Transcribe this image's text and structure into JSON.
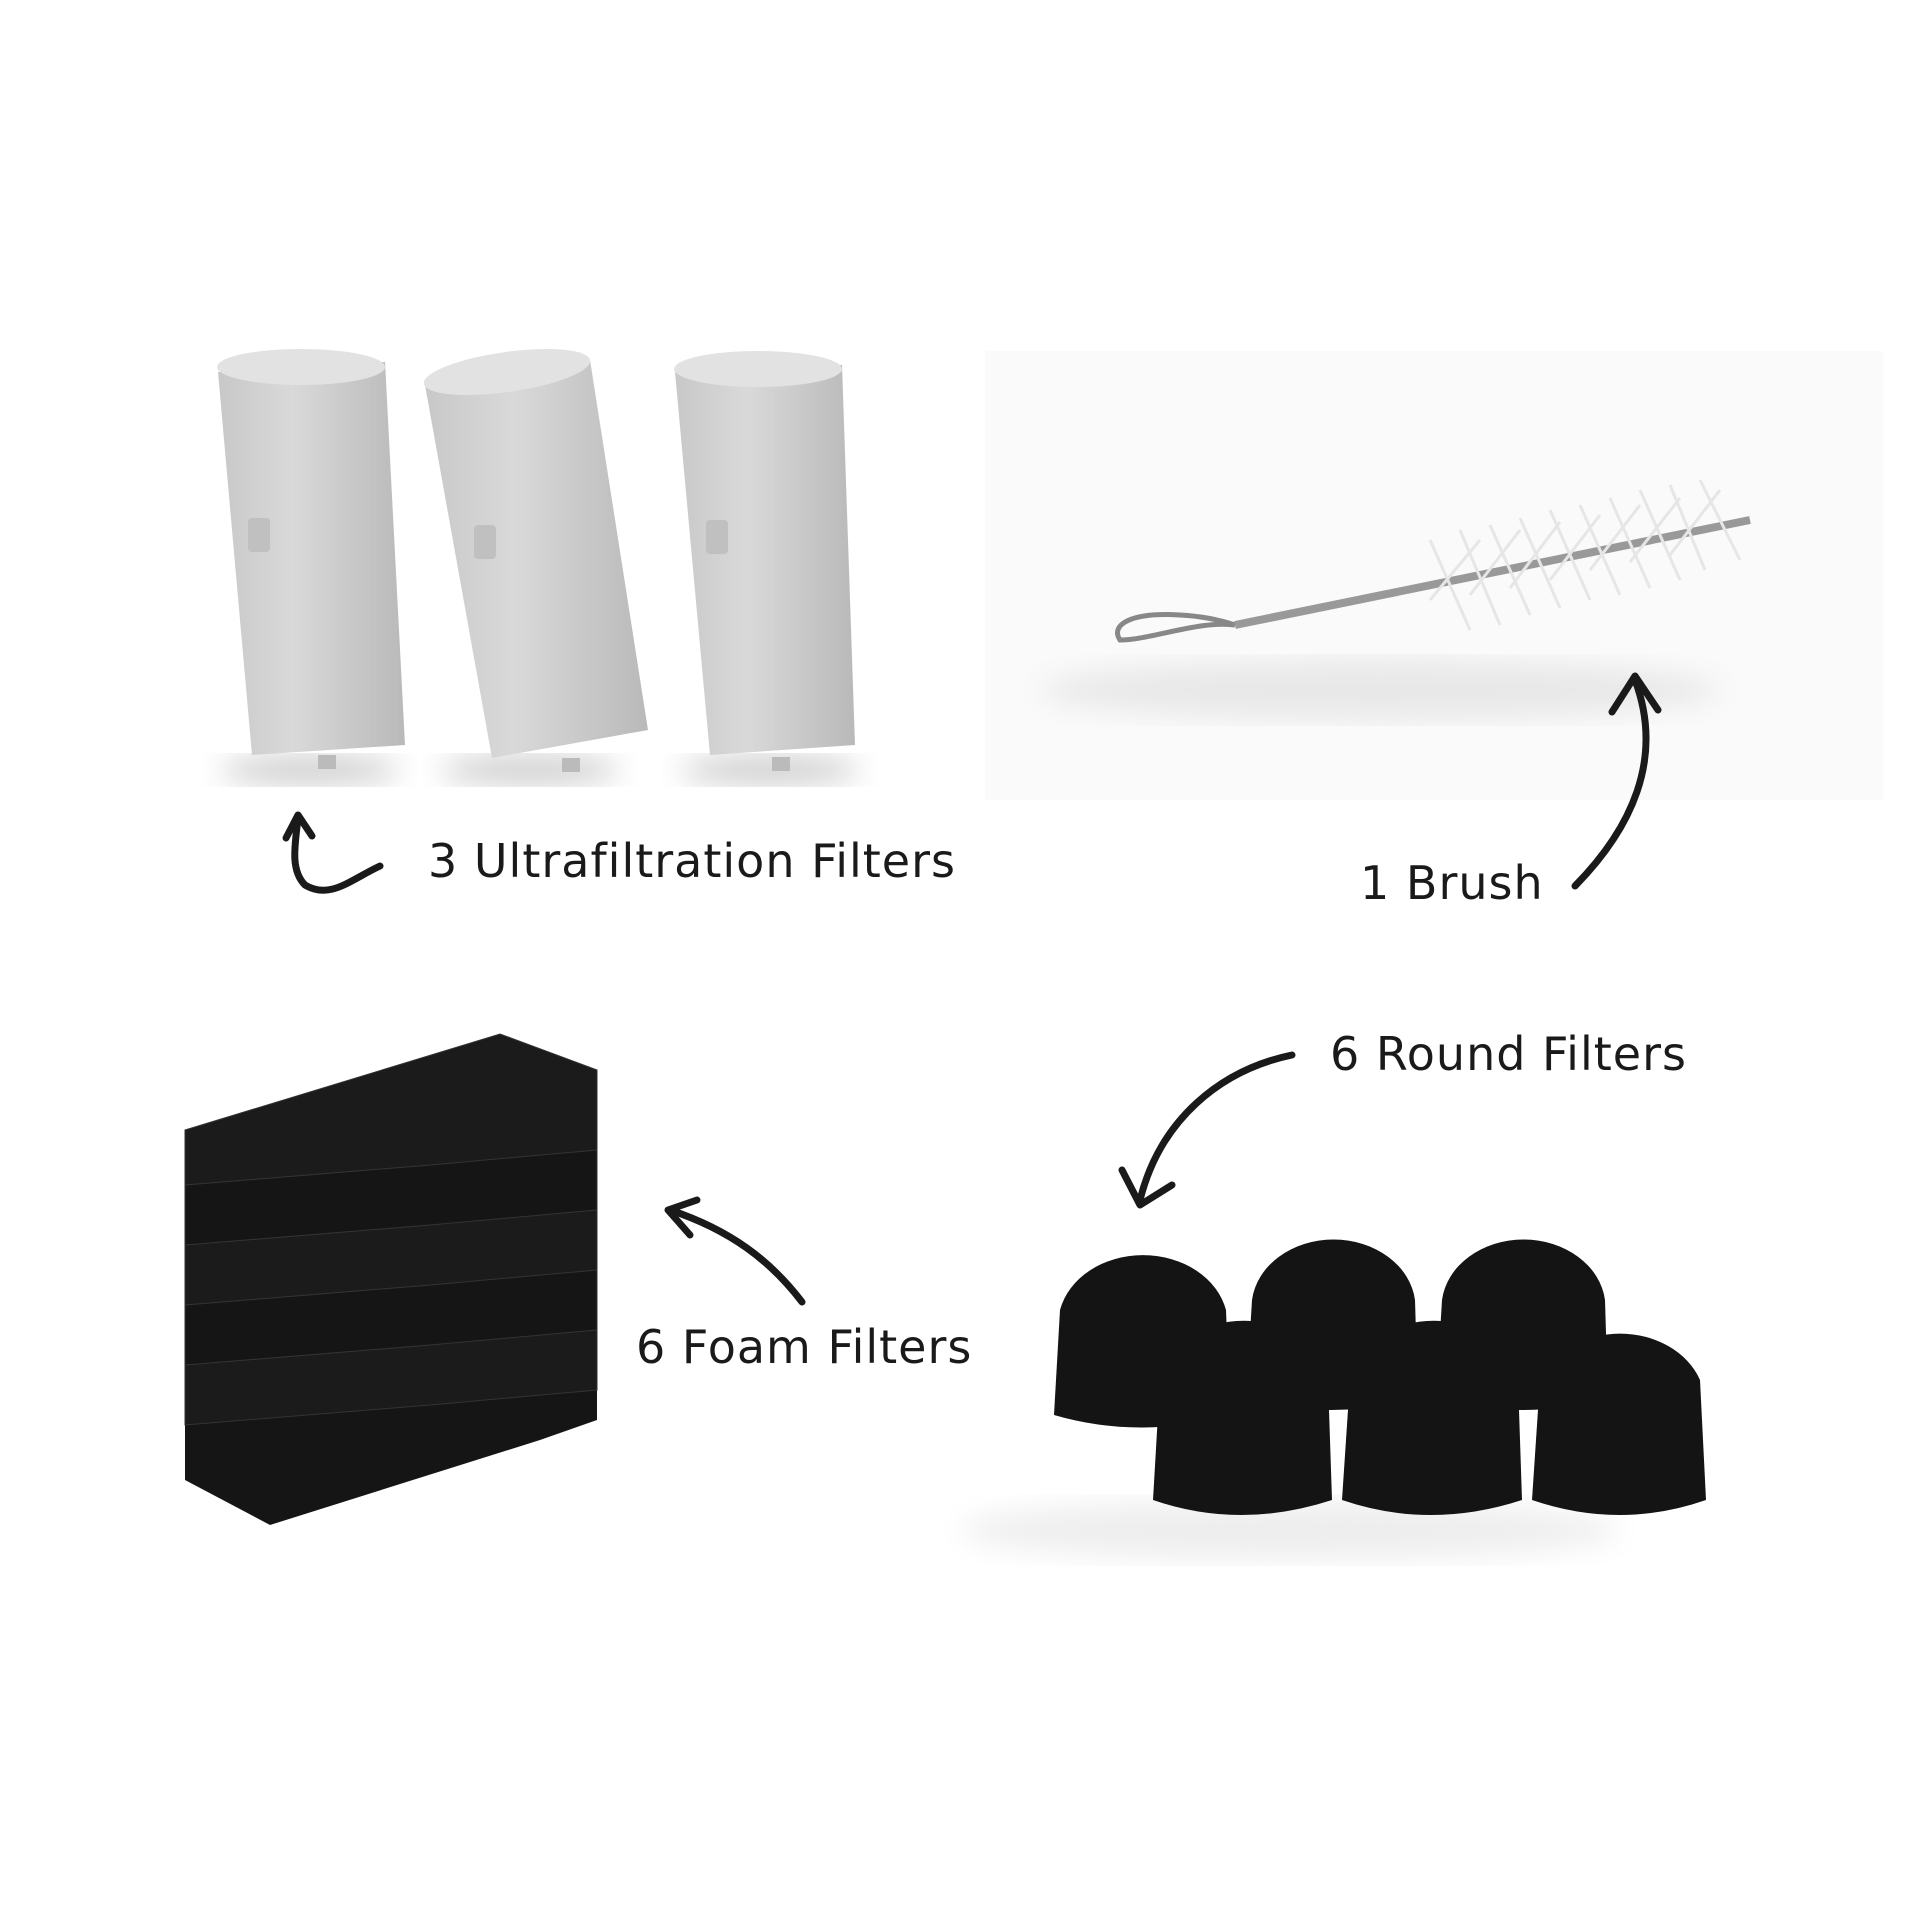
{
  "labels": {
    "ultrafiltration": "3 Ultrafiltration Filters",
    "brush": "1 Brush",
    "round": "6 Round Filters",
    "foam": "6 Foam Filters"
  },
  "colors": {
    "cylinder": "#d4d4d4",
    "foam": "#151515",
    "text": "#1a1a1a"
  }
}
